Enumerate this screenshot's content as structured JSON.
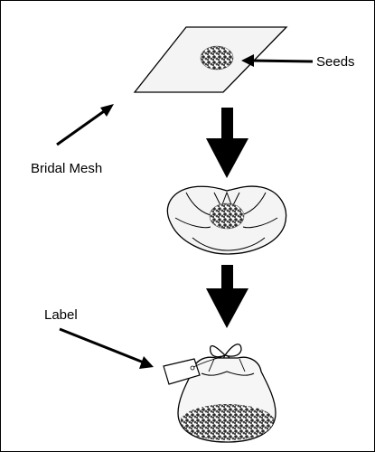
{
  "labels": {
    "seeds": "Seeds",
    "bridal_mesh": "Bridal Mesh",
    "label": "Label"
  },
  "colors": {
    "line": "#000000",
    "mesh_fill": "#f2f2f2",
    "seed_dark": "#2b2b2b"
  },
  "icons": {
    "step_arrow": "down-arrow-icon",
    "pointer": "pointer-arrow-icon"
  }
}
